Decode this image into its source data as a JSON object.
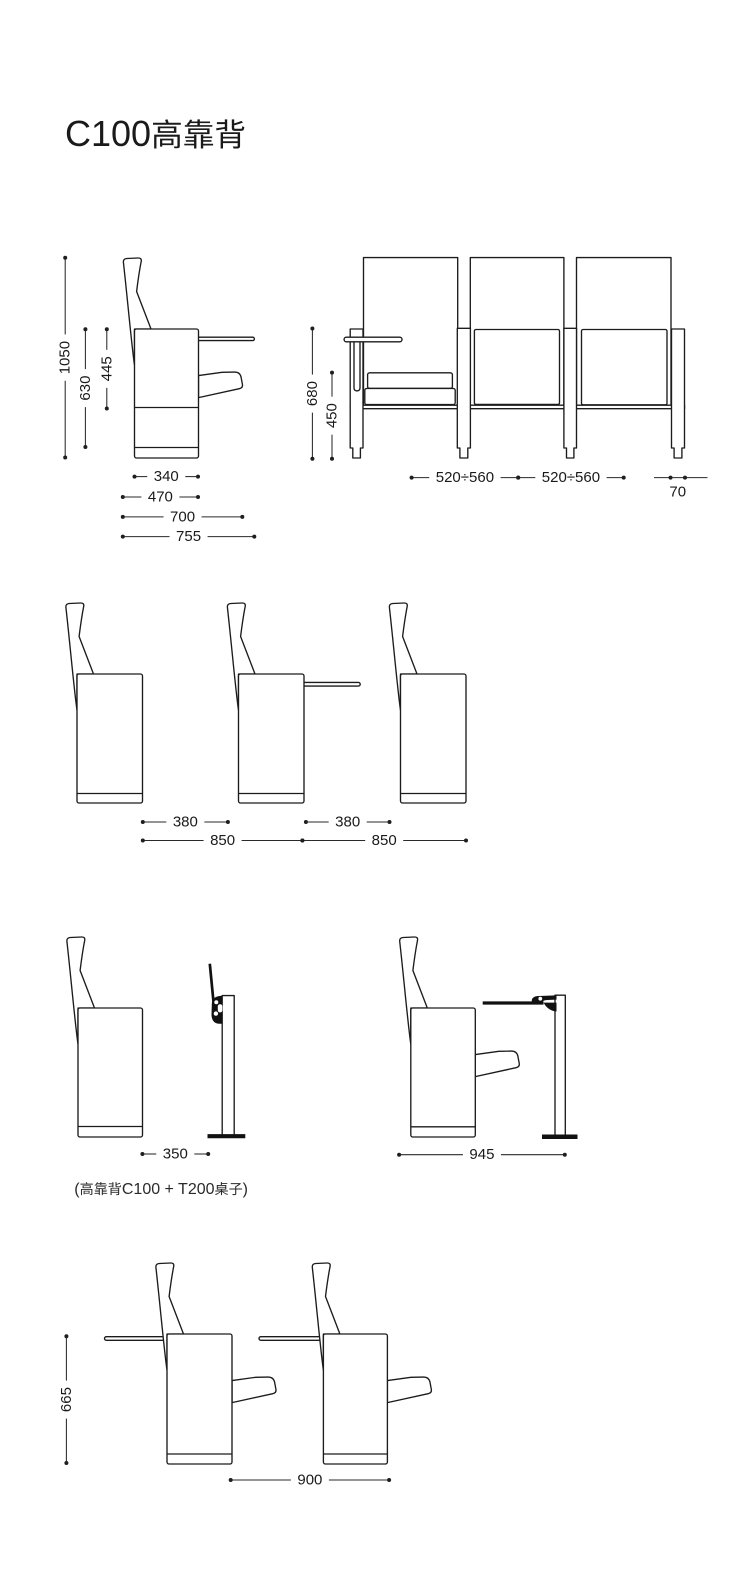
{
  "page": {
    "title": "C100高靠背",
    "background_color": "#ffffff",
    "line_color": "#1c1c1c"
  },
  "figures": {
    "single_seat_side": {
      "dims": {
        "total_height": "1050",
        "backrest_top_to_floor": "630",
        "seat_box_height": "445",
        "seat_box_width": "340",
        "depth_closed": "470",
        "depth_with_seat_open": "700",
        "total_depth": "755"
      }
    },
    "three_seat_front": {
      "dims": {
        "armrest_height": "680",
        "seat_height": "450",
        "seat_pitch_left": "520÷560",
        "seat_pitch_right": "520÷560",
        "end_panel_width": "70"
      }
    },
    "row_spacing_side": {
      "dims": {
        "clearance_left": "380",
        "clearance_right": "380",
        "row_pitch_left": "850",
        "row_pitch_right": "850"
      }
    },
    "chair_with_t200_table": {
      "caption": "(高靠背C100 + T200桌子)",
      "dims": {
        "chair_to_folded_table": "350",
        "chair_to_open_table": "945"
      }
    },
    "tablet_row_spacing": {
      "dims": {
        "tablet_height": "665",
        "row_pitch": "900"
      }
    }
  }
}
